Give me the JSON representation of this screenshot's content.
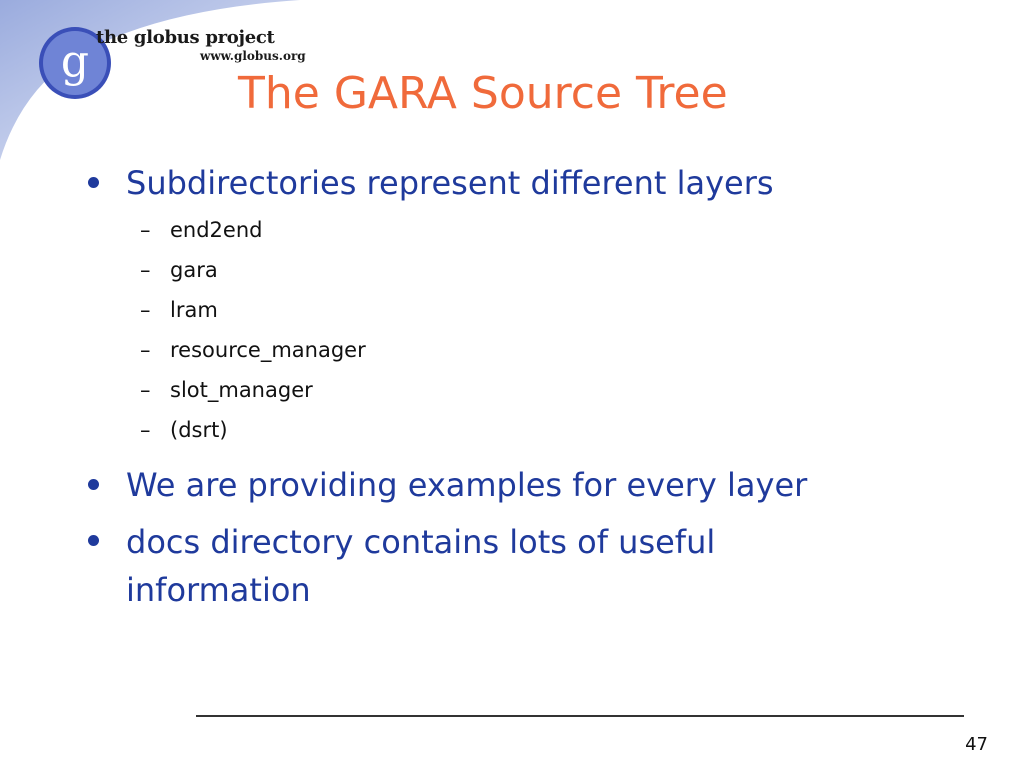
{
  "brand": {
    "logo_letter": "g",
    "name": "the globus project",
    "url": "www.globus.org"
  },
  "colors": {
    "title": "#f06a3b",
    "bullet_text": "#1f3a9c",
    "sub_text": "#111111",
    "swoosh": "#c9d4ef"
  },
  "slide": {
    "title": "The GARA Source Tree",
    "bullets": [
      {
        "text": "Subdirectories represent different layers",
        "subitems": [
          "end2end",
          "gara",
          "lram",
          "resource_manager",
          "slot_manager",
          "(dsrt)"
        ]
      },
      {
        "text": "We are providing examples for every layer"
      },
      {
        "lines": [
          "docs directory contains lots of useful",
          "information"
        ]
      }
    ],
    "sub_marker": "–",
    "page_number": "47"
  }
}
